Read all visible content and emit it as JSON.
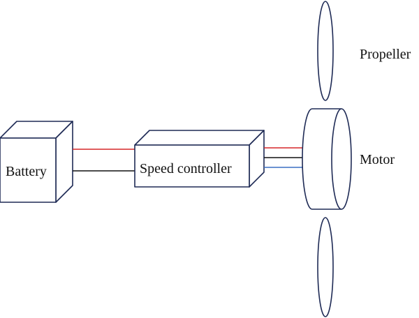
{
  "diagram": {
    "labels": {
      "battery": "Battery",
      "speed_controller": "Speed controller",
      "motor": "Motor",
      "propeller": "Propeller"
    },
    "colors": {
      "outline": "#1e2a55",
      "wire_positive": "#d62728",
      "wire_negative": "#111111",
      "wire_signal": "#3a6fc4"
    }
  }
}
